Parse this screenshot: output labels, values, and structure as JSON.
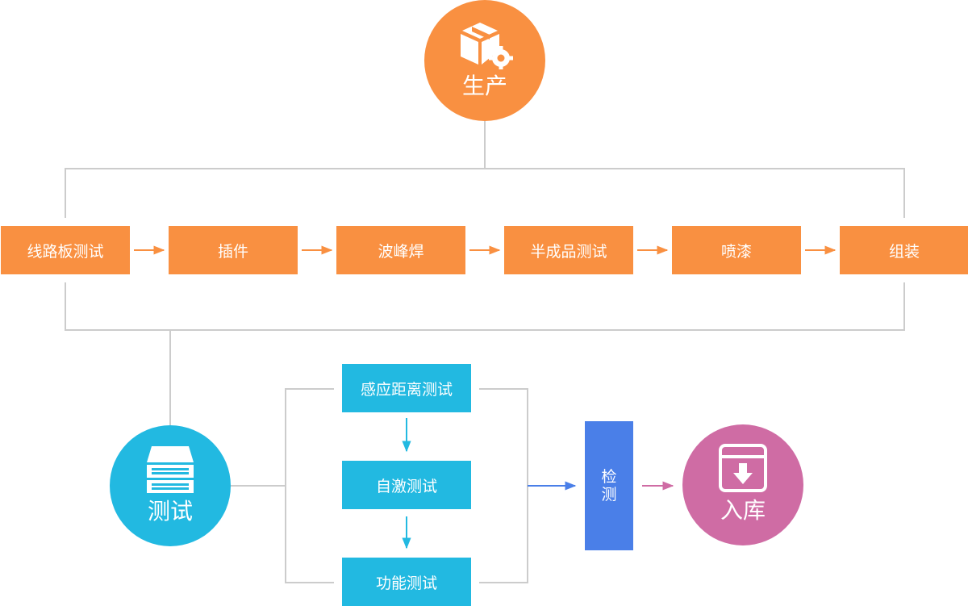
{
  "colors": {
    "produce": "#f99041",
    "test": "#22b9e1",
    "detect": "#4a7fe8",
    "store": "#cf6ca4",
    "line": "#cccccc"
  },
  "nodes": {
    "produce": {
      "label": "生产",
      "icon": "box-gear-icon"
    },
    "test": {
      "label": "测试",
      "icon": "server-icon"
    },
    "store": {
      "label": "入库",
      "icon": "download-box-icon"
    },
    "detect": {
      "label_top": "检",
      "label_bottom": "测"
    }
  },
  "production_steps": [
    "线路板测试",
    "插件",
    "波峰焊",
    "半成品测试",
    "喷漆",
    "组装"
  ],
  "test_steps": [
    "感应距离测试",
    "自激测试",
    "功能测试"
  ]
}
